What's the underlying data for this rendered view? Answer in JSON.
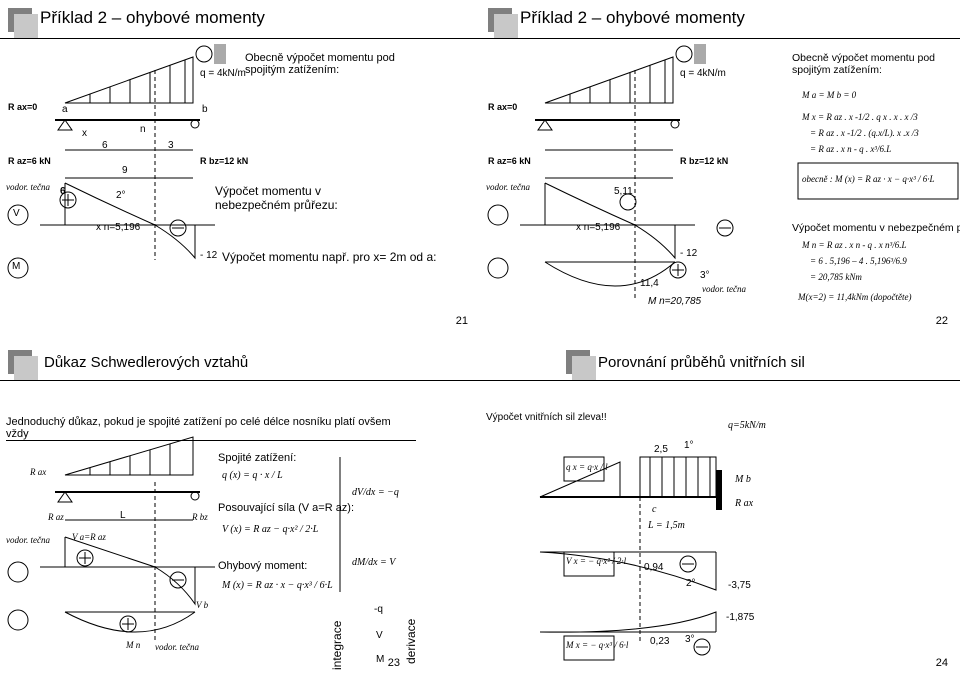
{
  "slides": [
    {
      "title": "Příklad 2 – ohybové momenty",
      "page": "21",
      "load": "q = 4kN/m",
      "reaction_a": "R ax=0",
      "reaction_az": "R az=6 kN",
      "reaction_bz": "R bz=12 kN",
      "dim_6": "6",
      "dim_3": "3",
      "dim_9": "9",
      "tangent": "vodor. tečna",
      "xn": "x n=5,196",
      "m_neg": "- 12",
      "text_general": "Obecně výpočet momentu pod spojitým zatížením:",
      "text_dangerous": "Výpočet momentu v nebezpečném průřezu:",
      "text_example": "Výpočet momentu např. pro x= 2m od a:",
      "label_V": "V",
      "label_M": "M",
      "label_a": "a",
      "label_b": "b",
      "label_n": "n",
      "label_x": "x",
      "deg2": "2°",
      "six": "6"
    },
    {
      "title": "Příklad 2 – ohybové momenty",
      "page": "22",
      "load": "q = 4kN/m",
      "reaction_a": "R ax=0",
      "reaction_az": "R az=6 kN",
      "reaction_bz": "R bz=12 kN",
      "tangent": "vodor. tečna",
      "xn": "x n=5,196",
      "m_neg": "- 12",
      "val_511": "5,11",
      "val_114": "11,4",
      "mn": "M n=20,785",
      "deg3": "3°",
      "text_general": "Obecně výpočet momentu pod spojitým zatížením:",
      "eq1": "M a = M b = 0",
      "eq2": "M x = R az . x -1/2 . q x . x . x /3",
      "eq3": "= R az . x -1/2 . (q.x/L). x .x /3",
      "eq4": "= R az . x n - q . x³/6.L",
      "eq_general": "obecně : M (x) = R az · x − q·x³ / 6·L",
      "text_dangerous": "Výpočet momentu v nebezpečném průřezu:",
      "eq5": "M n = R az . x n - q . x n³/6.L",
      "eq6": "= 6 . 5,196 – 4 . 5,196³/6.9",
      "eq7": "= 20,785 kNm",
      "eq8": "M(x=2) = 11,4kNm (dopočtěte)"
    },
    {
      "title": "Důkaz Schwedlerových vztahů",
      "page": "23",
      "intro": "Jednoduchý důkaz, pokud je spojité zatížení po celé délce nosníku platí ovšem vždy",
      "label_Rax": "R ax",
      "label_Raz": "R az",
      "label_Rbz": "R bz",
      "label_L": "L",
      "label_VaRaz": "V a=R az",
      "label_Vb": "V b",
      "label_Mn": "M n",
      "tangent": "vodor. tečna",
      "h1": "Spojité zatížení:",
      "f1": "q (x) = q · x / L",
      "h2": "Posouvající síla (V a=R az):",
      "f2": "V (x) = R az − q·x² / 2·L",
      "h3": "Ohybový moment:",
      "f3": "M (x) = R az · x − q·x³ / 6·L",
      "dV": "dV/dx = −q",
      "dM": "dM/dx = V",
      "integ": "integrace",
      "deriv": "derivace",
      "col_q": "-q",
      "col_V": "V",
      "col_M": "M"
    },
    {
      "title": "Porovnání průběhů vnitřních sil",
      "page": "24",
      "subtitle": "Výpočet vnitřních sil zleva!!",
      "q": "q=5kN/m",
      "v25": "2,5",
      "deg1": "1°",
      "c": "c",
      "L": "L = 1,5m",
      "v094": "0,94",
      "deg2": "2°",
      "v375": "-3,75",
      "v023": "0,23",
      "deg3": "3°",
      "v1875": "-1,875",
      "qx": "q x = q·x / l",
      "vx": "V x = − q·x² / 2·l",
      "mx": "M x = − q·x³ / 6·l",
      "Mb": "M b",
      "Rax": "R ax"
    }
  ]
}
